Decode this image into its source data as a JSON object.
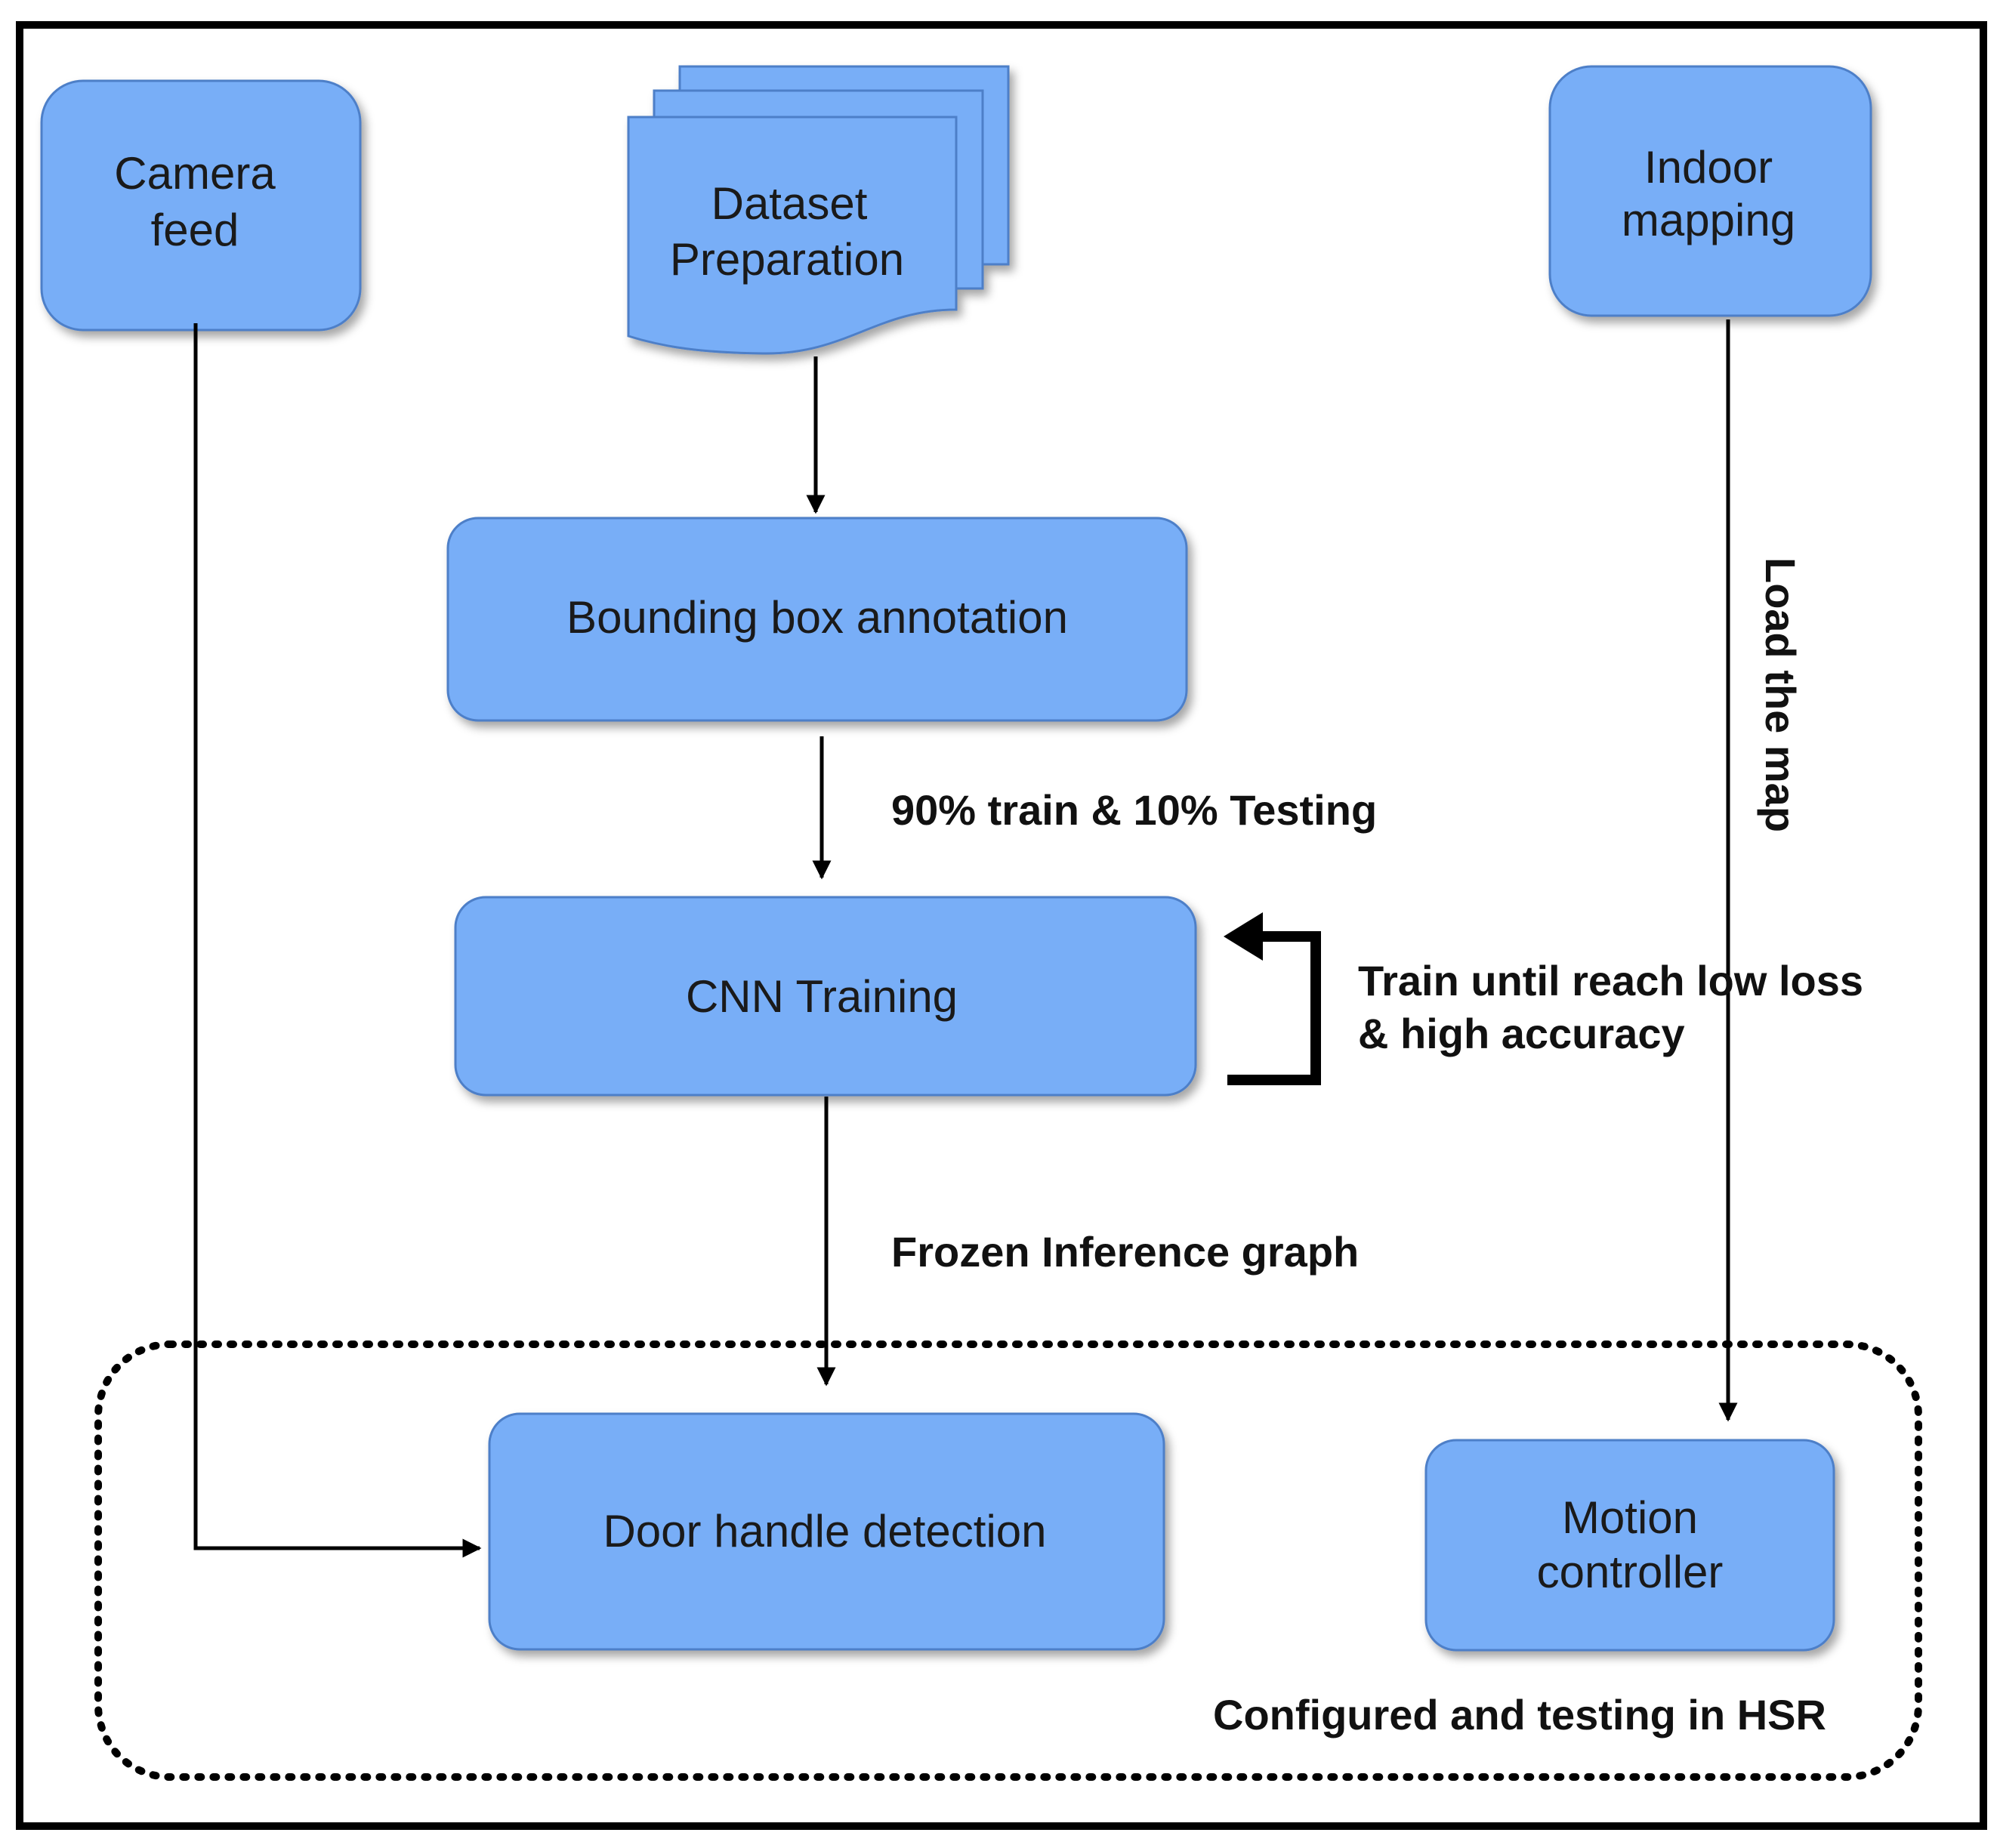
{
  "colors": {
    "node_fill": "#78aef7",
    "node_stroke": "#4d7fc8",
    "line": "#000000"
  },
  "nodes": {
    "camera_feed": [
      "Camera",
      "feed"
    ],
    "dataset_preparation": [
      "Dataset",
      "Preparation"
    ],
    "indoor_mapping": [
      "Indoor",
      "mapping"
    ],
    "bounding_box_annotation": [
      "Bounding box annotation"
    ],
    "cnn_training": [
      "CNN  Training"
    ],
    "door_handle_detection": [
      "Door handle detection"
    ],
    "motion_controller": [
      "Motion",
      "controller"
    ]
  },
  "edge_labels": {
    "split": "90%  train & 10%  Testing",
    "train_loop": [
      "Train until reach low loss",
      "&  high accuracy"
    ],
    "frozen_graph": "Frozen Inference graph",
    "load_map": "Load the map"
  },
  "group_label": "Configured and testing in HSR"
}
